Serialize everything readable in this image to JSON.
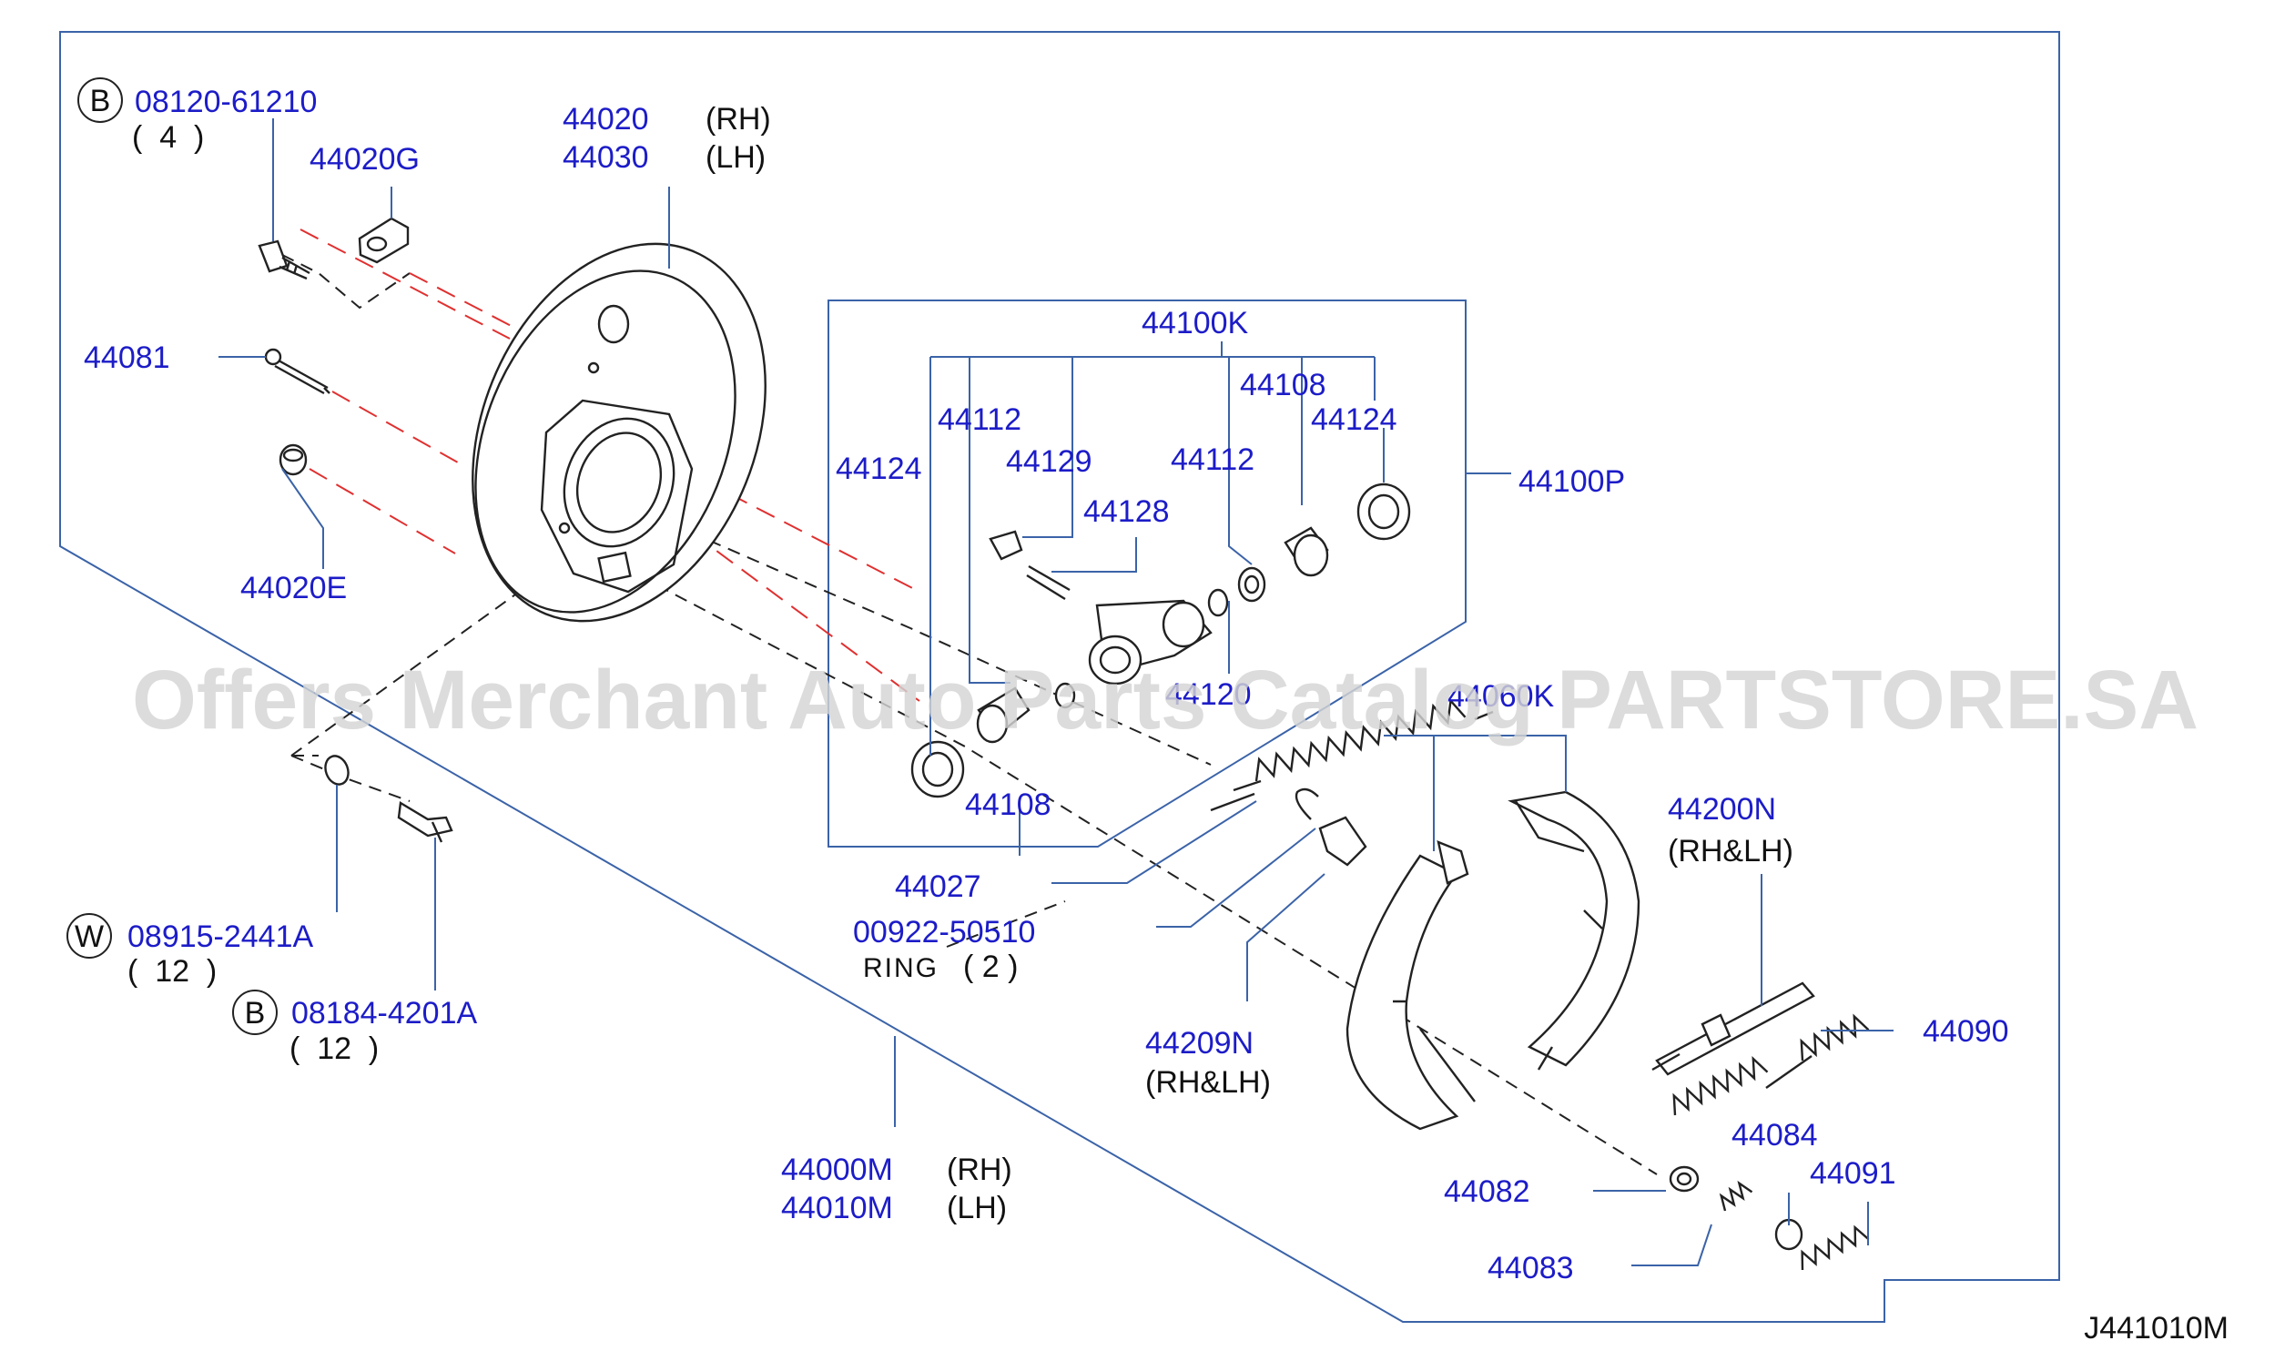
{
  "callouts": {
    "bolt_b_1": {
      "badge": "B",
      "part": "08120-61210",
      "qty": "(  4  )"
    },
    "backing_plate": {
      "part_rh": "44020",
      "side_rh": "(RH)",
      "part_lh": "44030",
      "side_lh": "(LH)"
    },
    "p44020g": "44020G",
    "p44081": "44081",
    "p44020e": "44020E",
    "washer_w": {
      "badge": "W",
      "part": "08915-2441A",
      "qty": "(  12  )"
    },
    "bolt_b_2": {
      "badge": "B",
      "part": "08184-4201A",
      "qty": "(  12  )"
    },
    "assembly": {
      "part_rh": "44000M",
      "side_rh": "(RH)",
      "part_lh": "44010M",
      "side_lh": "(LH)"
    },
    "cylinder_kit": "44100K",
    "p44112_a": "44112",
    "p44108_a": "44108",
    "p44124_a": "44124",
    "p44124_b": "44124",
    "p44129": "44129",
    "p44112_b": "44112",
    "p44100p": "44100P",
    "p44128": "44128",
    "p44120": "44120",
    "p44108_b": "44108",
    "shoe_kit": "44060K",
    "p44027": "44027",
    "ring": {
      "part": "00922-50510",
      "label": "RING",
      "qty": "( 2 )"
    },
    "p44209n": {
      "part": "44209N",
      "side": "(RH&LH)"
    },
    "p44200n": {
      "part": "44200N",
      "side": "(RH&LH)"
    },
    "p44090": "44090",
    "p44084": "44084",
    "p44091": "44091",
    "p44082": "44082",
    "p44083": "44083"
  },
  "watermark": "Offers Merchant Auto Parts Catalog PARTSTORE.SA",
  "diagram_code": "J441010M",
  "colors": {
    "part_number": "#1c1cc8",
    "leader": "#3b63a8",
    "alignment_dash": "#e03030",
    "watermark": "#d4d4d4"
  }
}
